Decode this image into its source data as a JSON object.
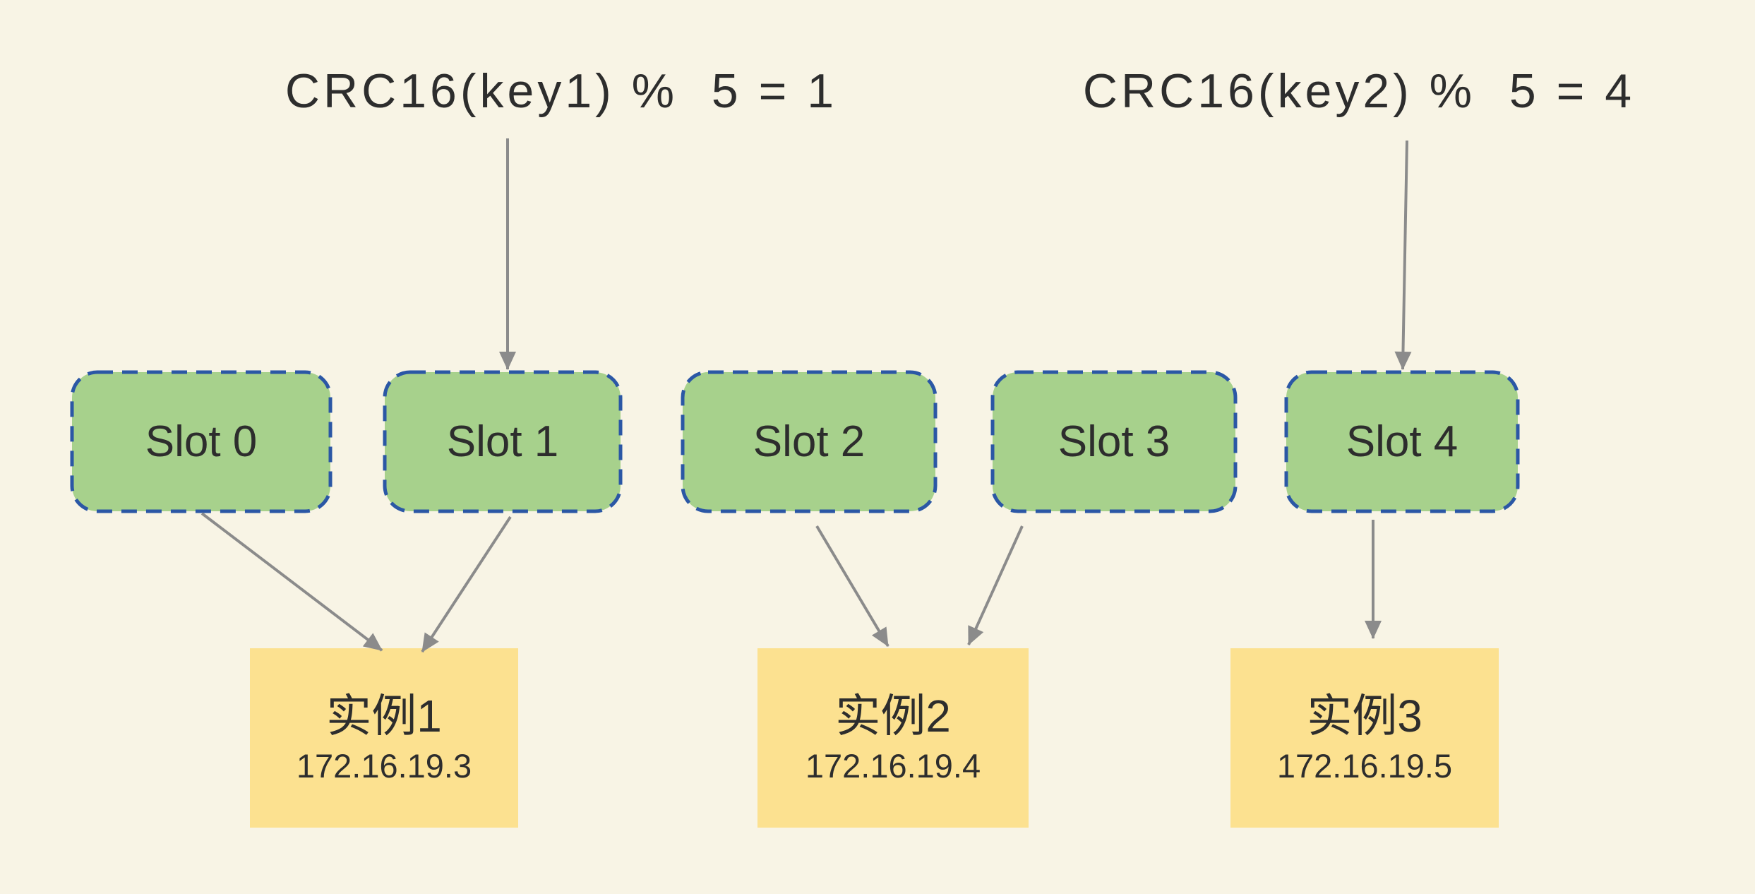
{
  "colors": {
    "background": "#f8f4e5",
    "slot_fill": "#a7d18c",
    "slot_border": "#2b57a5",
    "instance_fill": "#fce190",
    "arrow": "#8b8b8b",
    "text": "#2d2d2d"
  },
  "hash_labels": [
    {
      "id": "key1",
      "text": "CRC16(key1) %  5 = 1"
    },
    {
      "id": "key2",
      "text": "CRC16(key2) %  5 = 4"
    }
  ],
  "slots": [
    {
      "id": "slot0",
      "label": "Slot 0"
    },
    {
      "id": "slot1",
      "label": "Slot 1"
    },
    {
      "id": "slot2",
      "label": "Slot 2"
    },
    {
      "id": "slot3",
      "label": "Slot 3"
    },
    {
      "id": "slot4",
      "label": "Slot 4"
    }
  ],
  "instances": [
    {
      "id": "instance1",
      "name": "实例1",
      "ip": "172.16.19.3"
    },
    {
      "id": "instance2",
      "name": "实例2",
      "ip": "172.16.19.4"
    },
    {
      "id": "instance3",
      "name": "实例3",
      "ip": "172.16.19.5"
    }
  ],
  "edges": [
    {
      "from": "key1",
      "to": "slot1"
    },
    {
      "from": "key2",
      "to": "slot4"
    },
    {
      "from": "slot0",
      "to": "instance1"
    },
    {
      "from": "slot1",
      "to": "instance1"
    },
    {
      "from": "slot2",
      "to": "instance2"
    },
    {
      "from": "slot3",
      "to": "instance2"
    },
    {
      "from": "slot4",
      "to": "instance3"
    }
  ]
}
